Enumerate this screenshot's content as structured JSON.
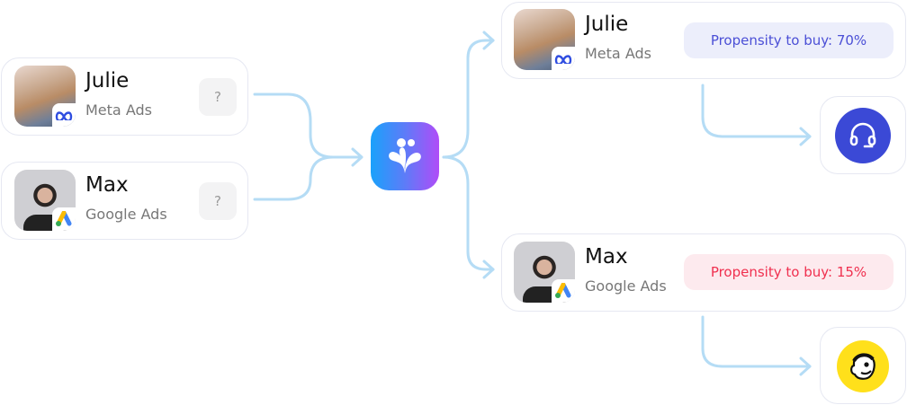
{
  "inputs": [
    {
      "name": "Julie",
      "source": "Meta Ads",
      "status": "?"
    },
    {
      "name": "Max",
      "source": "Google Ads",
      "status": "?"
    }
  ],
  "outputs": [
    {
      "name": "Julie",
      "source": "Meta Ads",
      "propensity": "Propensity to buy: 70%",
      "propensity_value": 70,
      "color": "#4b4fd6",
      "bg": "#eceefb",
      "destination": "headset-support-icon"
    },
    {
      "name": "Max",
      "source": "Google Ads",
      "propensity": "Propensity to buy: 15%",
      "propensity_value": 15,
      "color": "#f0304f",
      "bg": "#fdeaee",
      "destination": "mailchimp-icon"
    }
  ],
  "colors": {
    "connector": "#b5dcf5",
    "headset": "#3b49d6",
    "mailchimp": "#ffe01b"
  }
}
